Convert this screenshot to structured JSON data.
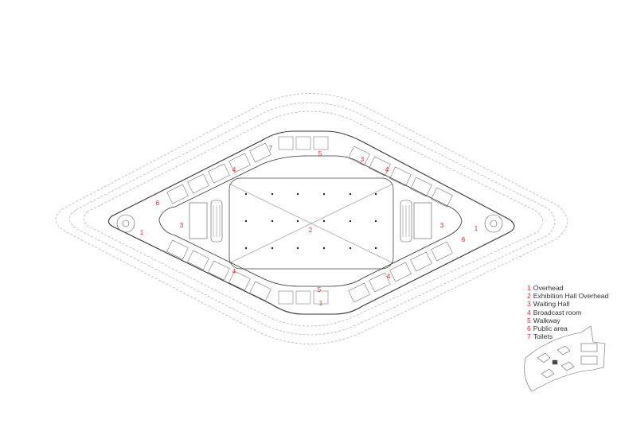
{
  "legend": [
    {
      "num": "1",
      "label": "Overhead"
    },
    {
      "num": "2",
      "label": "Exhibition Hall Overhead"
    },
    {
      "num": "3",
      "label": "Waiting Hall"
    },
    {
      "num": "4",
      "label": "Broadcast room"
    },
    {
      "num": "5",
      "label": "Walkway"
    },
    {
      "num": "6",
      "label": "Public area"
    },
    {
      "num": "7",
      "label": "Toilets"
    }
  ],
  "plan_labels": [
    "1",
    "1",
    "1",
    "2",
    "3",
    "3",
    "3",
    "4",
    "4",
    "4",
    "4",
    "5",
    "5",
    "6",
    "6",
    "7"
  ],
  "colors": {
    "label": "#e0262b",
    "line": "#333333",
    "dash": "#9a9a9a"
  }
}
